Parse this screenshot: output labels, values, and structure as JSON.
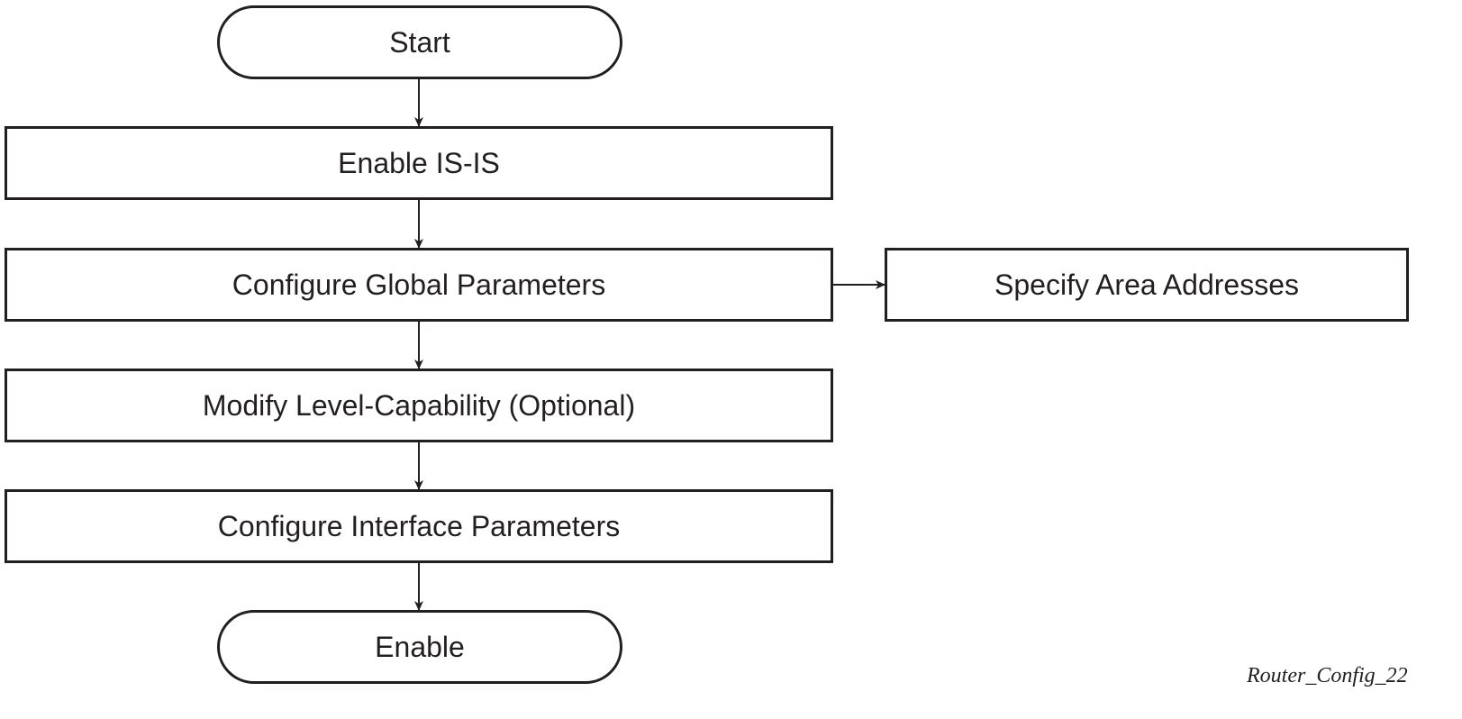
{
  "diagram": {
    "nodes": {
      "start": "Start",
      "enable_isis": "Enable IS-IS",
      "configure_global": "Configure Global Parameters",
      "specify_area": "Specify Area Addresses",
      "modify_level": "Modify Level-Capability (Optional)",
      "configure_interface": "Configure Interface Parameters",
      "enable": "Enable"
    },
    "edges": [
      {
        "from": "start",
        "to": "enable_isis"
      },
      {
        "from": "enable_isis",
        "to": "configure_global"
      },
      {
        "from": "configure_global",
        "to": "specify_area"
      },
      {
        "from": "configure_global",
        "to": "modify_level"
      },
      {
        "from": "modify_level",
        "to": "configure_interface"
      },
      {
        "from": "configure_interface",
        "to": "enable"
      }
    ],
    "figure_id": "Router_Config_22"
  }
}
